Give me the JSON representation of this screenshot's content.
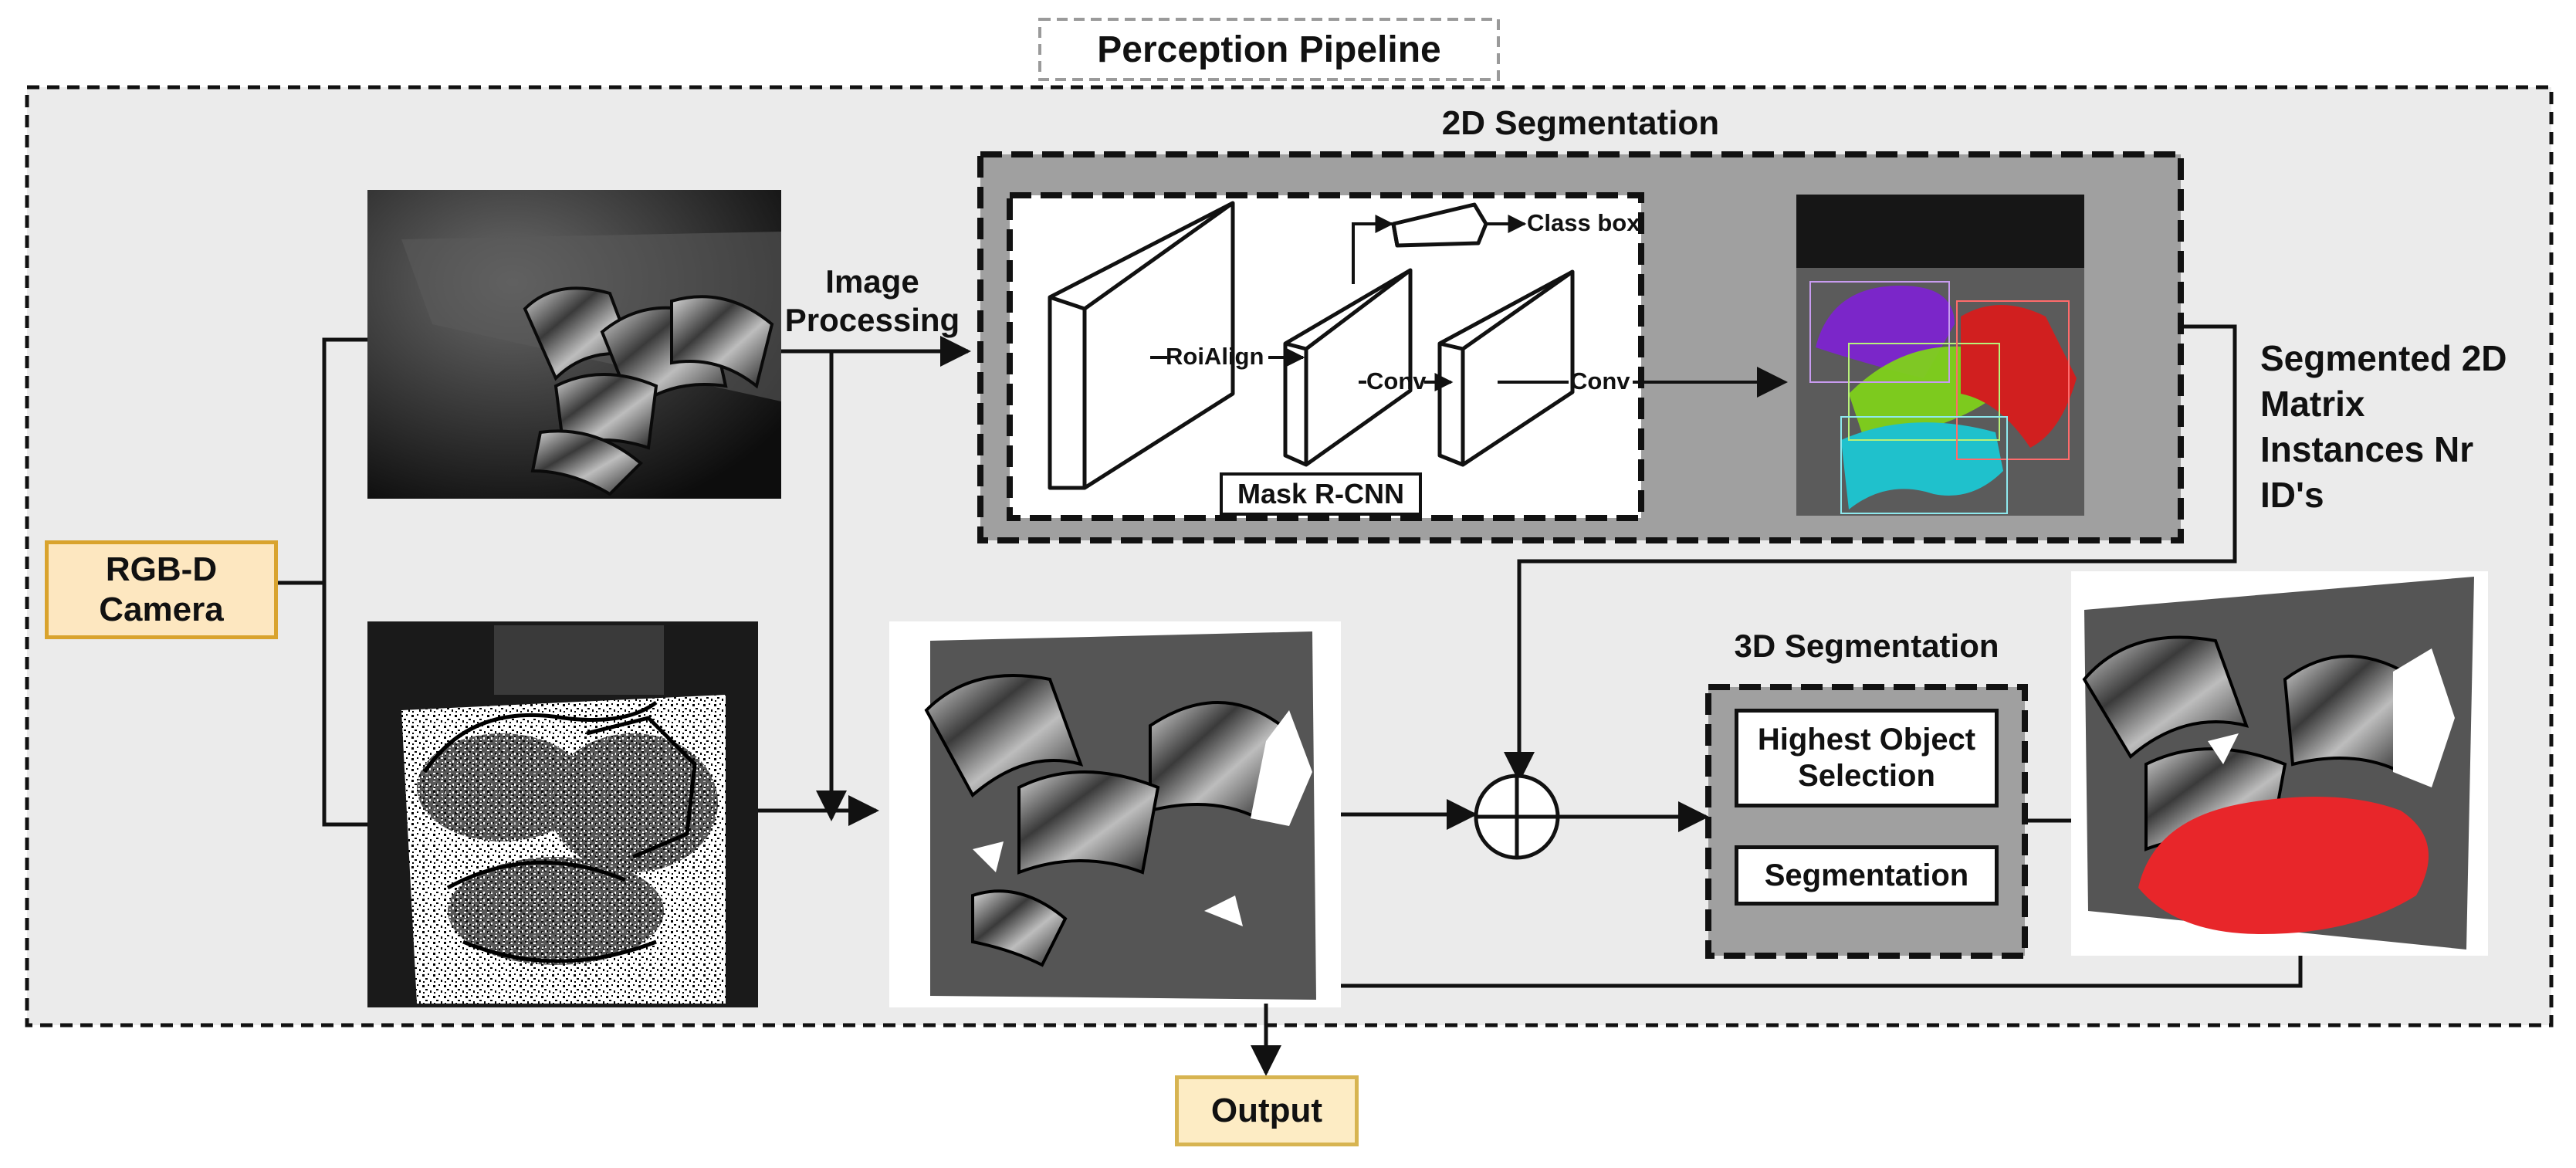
{
  "title": "Perception Pipeline",
  "camera": {
    "label": "RGB-D\nCamera"
  },
  "image_processing": {
    "label": "Image\nProcessing"
  },
  "seg2d": {
    "title": "2D Segmentation",
    "roialign": "RoiAlign",
    "conv1": "Conv",
    "conv2": "Conv",
    "classbox": "Class box",
    "model": "Mask R-CNN"
  },
  "seg2d_output": {
    "label": "Segmented 2D\nMatrix\nInstances Nr\nID's"
  },
  "seg3d": {
    "title": "3D Segmentation",
    "step1": "Highest Object\nSelection",
    "step2": "Segmentation"
  },
  "output": {
    "label": "Output"
  },
  "colors": {
    "camera_fill": "#fde7c0",
    "camera_border": "#d9a32d",
    "output_fill": "#fdecc4",
    "output_border": "#d7b451",
    "panel_fill": "#ebebeb",
    "module_fill": "#a0a0a0",
    "mask_purple": "#7b26c9",
    "mask_green": "#7fd11b",
    "mask_cyan": "#1fc1cc",
    "mask_red": "#d11f1f",
    "highlight_red": "#e8262a"
  },
  "icons": [
    "metal-duct-elbow-image",
    "depth-map-image",
    "filtered-point-cloud-image",
    "mask-overlay-image",
    "segmented-object-image",
    "summation-junction-icon"
  ]
}
